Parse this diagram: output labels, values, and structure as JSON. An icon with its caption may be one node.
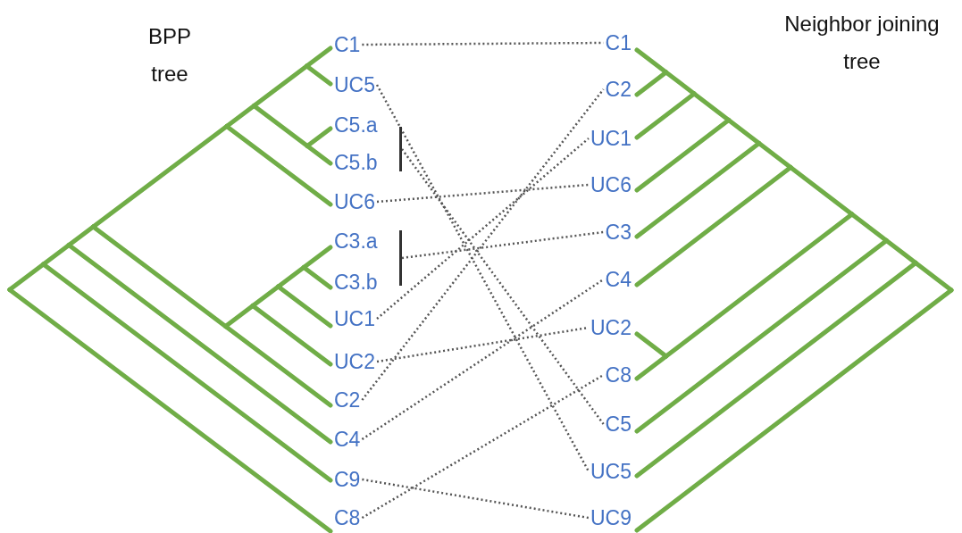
{
  "diagram": {
    "nodes": [
      {
        "text": [
          "C1"
        ]
      },
      {
        "text": [
          "UC5"
        ]
      },
      {
        "text": [
          "C5.a"
        ]
      },
      {
        "text": [
          "C5.b"
        ]
      },
      {
        "text": [
          "UC6"
        ]
      },
      {
        "text": [
          "C3.a"
        ]
      },
      {
        "text": [
          "C3.b"
        ]
      },
      {
        "text": [
          "UC1"
        ]
      },
      {
        "text": [
          "UC2"
        ]
      },
      {
        "text": [
          "C2"
        ]
      },
      {
        "text": [
          "C4"
        ]
      },
      {
        "text": [
          "C9"
        ]
      },
      {
        "text": [
          "C8"
        ]
      },
      {
        "text": [
          "C1"
        ]
      },
      {
        "text": [
          "C2"
        ]
      },
      {
        "text": [
          "UC1"
        ]
      },
      {
        "text": [
          "UC6"
        ]
      },
      {
        "text": [
          "C3"
        ]
      },
      {
        "text": [
          "C4"
        ]
      },
      {
        "text": [
          "UC2"
        ]
      },
      {
        "text": [
          "C8"
        ]
      },
      {
        "text": [
          "C5"
        ]
      },
      {
        "text": [
          "UC5"
        ]
      },
      {
        "text": [
          "UC9"
        ]
      },
      {
        "text": [],
        "shape": "bar"
      },
      {
        "text": [],
        "shape": "bar"
      }
    ],
    "edges": [
      {
        "from": 0,
        "to": 13,
        "arrow": "none"
      },
      {
        "from": 1,
        "to": 22,
        "arrow": "none"
      },
      {
        "from": 24,
        "to": 21,
        "arrow": "none"
      },
      {
        "from": 4,
        "to": 16,
        "arrow": "none"
      },
      {
        "from": 25,
        "to": 17,
        "arrow": "none"
      },
      {
        "from": 7,
        "to": 15,
        "arrow": "none"
      },
      {
        "from": 8,
        "to": 19,
        "arrow": "none"
      },
      {
        "from": 9,
        "to": 14,
        "arrow": "none"
      },
      {
        "from": 10,
        "to": 18,
        "arrow": "none"
      },
      {
        "from": 11,
        "to": 23,
        "arrow": "none"
      },
      {
        "from": 12,
        "to": 20,
        "arrow": "none"
      }
    ],
    "labels": [
      "BPP tree",
      "Neighbor joining tree"
    ]
  }
}
